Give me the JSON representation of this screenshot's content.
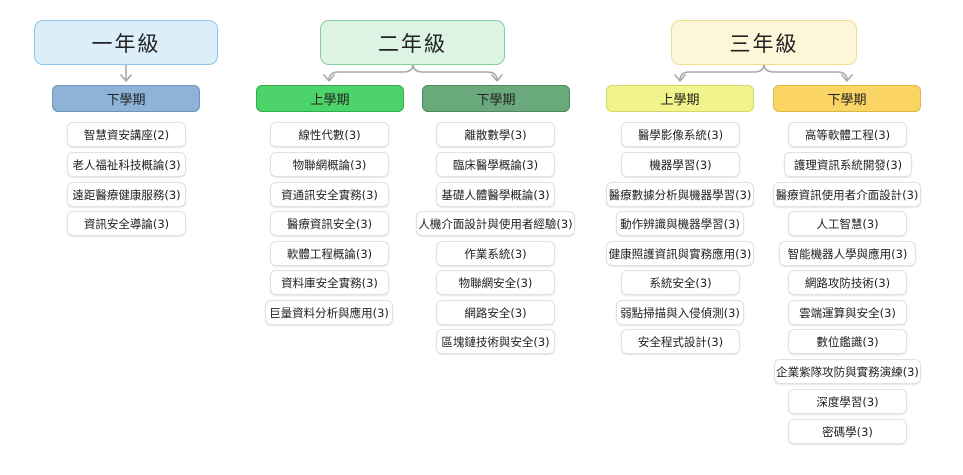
{
  "colors": {
    "year1": {
      "fill": "#dceefa",
      "border": "#8ec6ec"
    },
    "year2": {
      "fill": "#ddf4e4",
      "border": "#86cf9c"
    },
    "year3": {
      "fill": "#fdf6d8",
      "border": "#f0dd8e"
    },
    "sem_y1_lower": {
      "fill": "#8db3d6",
      "border": "#6d97bd"
    },
    "sem_y2_upper": {
      "fill": "#4cd46a",
      "border": "#30ad4c"
    },
    "sem_y2_lower": {
      "fill": "#6aa97c",
      "border": "#4d8a60"
    },
    "sem_y3_upper": {
      "fill": "#f1f48a",
      "border": "#d4d766"
    },
    "sem_y3_lower": {
      "fill": "#fad564",
      "border": "#deb743"
    },
    "connector": "#a9a9a9"
  },
  "years": [
    {
      "label": "一年級"
    },
    {
      "label": "二年級"
    },
    {
      "label": "三年級"
    }
  ],
  "semesters": {
    "y1_lower": {
      "label": "下學期",
      "courses": [
        "智慧資安講座(2)",
        "老人福祉科技概論(3)",
        "遠距醫療健康服務(3)",
        "資訊安全導論(3)"
      ]
    },
    "y2_upper": {
      "label": "上學期",
      "courses": [
        "線性代數(3)",
        "物聯網概論(3)",
        "資通訊安全實務(3)",
        "醫療資訊安全(3)",
        "軟體工程概論(3)",
        "資料庫安全實務(3)",
        "巨量資料分析與應用(3)"
      ]
    },
    "y2_lower": {
      "label": "下學期",
      "courses": [
        "離散數學(3)",
        "臨床醫學概論(3)",
        "基礎人體醫學概論(3)",
        "人機介面設計與使用者經驗(3)",
        "作業系統(3)",
        "物聯網安全(3)",
        "網路安全(3)",
        "區塊鏈技術與安全(3)"
      ]
    },
    "y3_upper": {
      "label": "上學期",
      "courses": [
        "醫學影像系統(3)",
        "機器學習(3)",
        "醫療數據分析與機器學習(3)",
        "動作辨識與機器學習(3)",
        "健康照護資訊與實務應用(3)",
        "系統安全(3)",
        "弱點掃描與入侵偵測(3)",
        "安全程式設計(3)"
      ]
    },
    "y3_lower": {
      "label": "下學期",
      "courses": [
        "高等軟體工程(3)",
        "護理資訊系統開發(3)",
        "醫療資訊使用者介面設計(3)",
        "人工智慧(3)",
        "智能機器人學與應用(3)",
        "網路攻防技術(3)",
        "雲端運算與安全(3)",
        "數位鑑識(3)",
        "企業紫隊攻防與實務演練(3)",
        "深度學習(3)",
        "密碼學(3)"
      ]
    }
  }
}
